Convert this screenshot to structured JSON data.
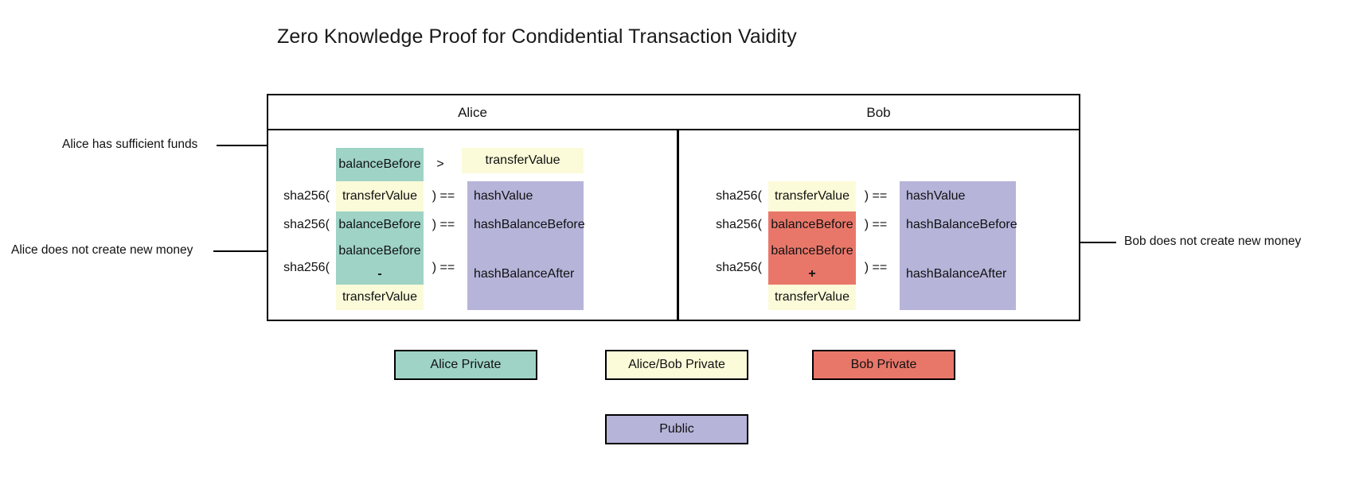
{
  "title": "Zero Knowledge Proof for Condidential Transaction Vaidity",
  "colors": {
    "alice_private": "#9ed3c6",
    "shared_private": "#fbfbd9",
    "bob_private": "#e8776a",
    "public": "#b6b4d9",
    "stroke": "#000000",
    "text": "#111111"
  },
  "table": {
    "headers": [
      {
        "label": "Alice"
      },
      {
        "label": "Bob"
      }
    ],
    "alice_rows": [
      {
        "id": "sufficient-funds",
        "prefix": "",
        "arg": "balanceBefore",
        "arg_color": "alice_private",
        "operator": ">",
        "result": "transferValue",
        "result_color": "shared_private"
      },
      {
        "id": "hash-transfer-value",
        "prefix": "sha256(",
        "arg": "transferValue",
        "arg_color": "shared_private",
        "operator": ") ==",
        "result": "hashValue",
        "result_color": "public"
      },
      {
        "id": "hash-balance-before",
        "prefix": "sha256(",
        "arg": "balanceBefore",
        "arg_color": "alice_private",
        "operator": ") ==",
        "result": "hashBalanceBefore",
        "result_color": "public"
      },
      {
        "id": "hash-balance-after",
        "prefix": "sha256(",
        "arg_lines": [
          {
            "text": "balanceBefore",
            "color": "alice_private"
          },
          {
            "text": "-",
            "color": "alice_private"
          },
          {
            "text": "transferValue",
            "color": "shared_private"
          }
        ],
        "operator": ") ==",
        "result": "hashBalanceAfter",
        "result_color": "public"
      }
    ],
    "bob_rows": [
      {
        "id": "hash-transfer-value",
        "prefix": "sha256(",
        "arg": "transferValue",
        "arg_color": "shared_private",
        "operator": ") ==",
        "result": "hashValue",
        "result_color": "public"
      },
      {
        "id": "hash-balance-before",
        "prefix": "sha256(",
        "arg": "balanceBefore",
        "arg_color": "bob_private",
        "operator": ") ==",
        "result": "hashBalanceBefore",
        "result_color": "public"
      },
      {
        "id": "hash-balance-after",
        "prefix": "sha256(",
        "arg_lines": [
          {
            "text": "balanceBefore",
            "color": "bob_private"
          },
          {
            "text": "+",
            "color": "bob_private"
          },
          {
            "text": "transferValue",
            "color": "shared_private"
          }
        ],
        "operator": ") ==",
        "result": "hashBalanceAfter",
        "result_color": "public"
      }
    ]
  },
  "annotations": [
    {
      "id": "alice-sufficient-funds",
      "text": "Alice has sufficient funds",
      "side": "left"
    },
    {
      "id": "alice-no-new-money",
      "text": "Alice does not create new money",
      "side": "left"
    },
    {
      "id": "bob-no-new-money",
      "text": "Bob does not create new money",
      "side": "right"
    }
  ],
  "legend": [
    {
      "id": "alice-private",
      "label": "Alice Private",
      "color": "#9ed3c6"
    },
    {
      "id": "alice-bob-private",
      "label": "Alice/Bob Private",
      "color": "#fbfbd9"
    },
    {
      "id": "bob-private",
      "label": "Bob Private",
      "color": "#e8776a"
    },
    {
      "id": "public",
      "label": "Public",
      "color": "#b6b4d9"
    }
  ]
}
